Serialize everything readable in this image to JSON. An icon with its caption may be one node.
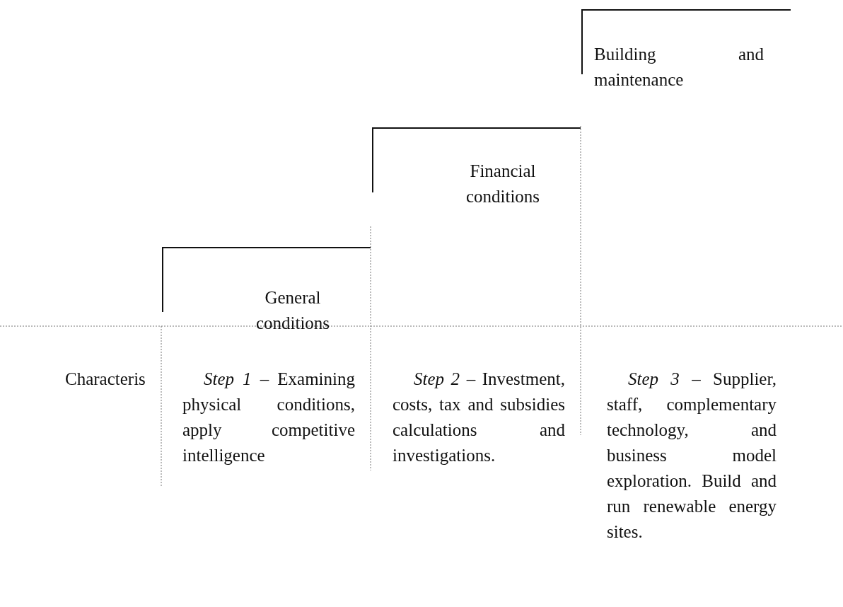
{
  "diagram": {
    "nodes": [
      {
        "text": [
          "General conditions"
        ]
      },
      {
        "text": [
          "Financial conditions"
        ]
      },
      {
        "text": [
          "Building and maintenance"
        ]
      }
    ],
    "labels": [
      "Characteris",
      "*Step 1* – Examining physical conditions, apply competitive intelligence",
      "*Step 2* – Investment, costs, tax and subsidies calculations and investigations.",
      "*Step 3* – Supplier, staff, complementary technology, and business model exploration. Build and run renewable energy sites."
    ]
  }
}
